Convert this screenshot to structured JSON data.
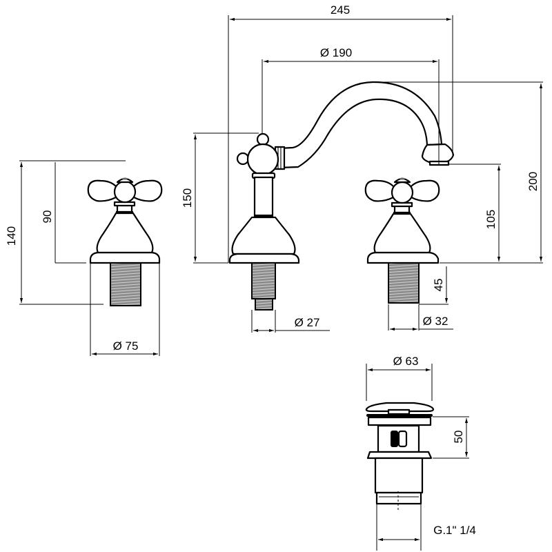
{
  "drawing": {
    "title": "Three-hole basin mixer with cross handles and pop-up waste — dimension drawing",
    "units": "mm"
  },
  "components": {
    "side_tap": {
      "name": "Side tap (cross handle valve)"
    },
    "center_spout": {
      "name": "Central swan-neck spout with cross handle"
    },
    "right_tap": {
      "name": "Side tap (cross handle valve)"
    },
    "waste": {
      "name": "Pop-up waste"
    }
  },
  "dimensions": {
    "side_tap_total_height": "140",
    "side_tap_body_height": "90",
    "side_tap_base_diameter": "Ø 75",
    "spout_body_height": "150",
    "spout_overall_width": "245",
    "spout_reach_diameter": "Ø 190",
    "spout_shank_diameter": "Ø 27",
    "spout_total_height": "200",
    "spout_outlet_height": "105",
    "tap_shank_length": "45",
    "tap_shank_diameter": "Ø 32",
    "waste_head_diameter": "Ø 63",
    "waste_body_height": "50",
    "waste_thread": "G.1\" 1/4"
  }
}
